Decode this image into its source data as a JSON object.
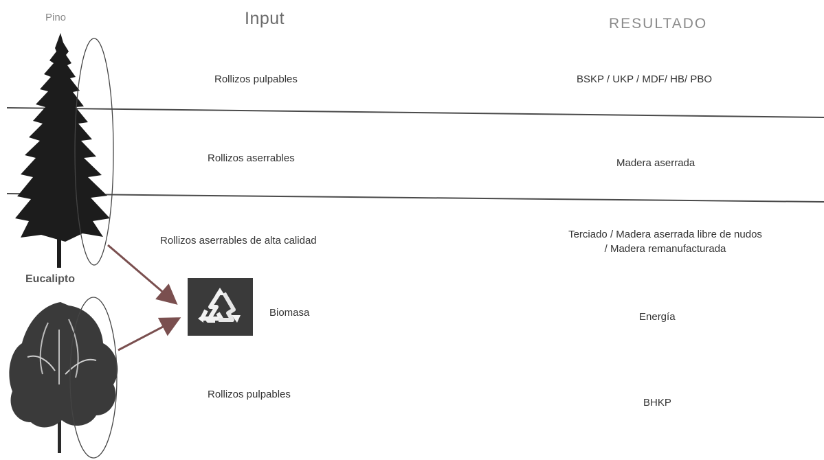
{
  "headers": {
    "input": "Input",
    "result": "RESULTADO"
  },
  "trees": {
    "pine_label": "Pino",
    "eucalyptus_label": "Eucalipto"
  },
  "rows": [
    {
      "input": "Rollizos pulpables",
      "result": "BSKP / UKP / MDF/ HB/ PBO"
    },
    {
      "input": "Rollizos aserrables",
      "result": "Madera aserrada"
    },
    {
      "input": "Rollizos aserrables de alta calidad",
      "result_line1": "Terciado / Madera aserrada libre de nudos",
      "result_line2": "/ Madera remanufacturada"
    },
    {
      "input": "Biomasa",
      "result": "Energía"
    },
    {
      "input": "Rollizos pulpables",
      "result": "BHKP"
    }
  ],
  "icons": {
    "recycle": "recycle-icon"
  },
  "colors": {
    "lines": "#555555",
    "tree_dark": "#1e1e1e",
    "arrow": "#7a5a5a"
  }
}
